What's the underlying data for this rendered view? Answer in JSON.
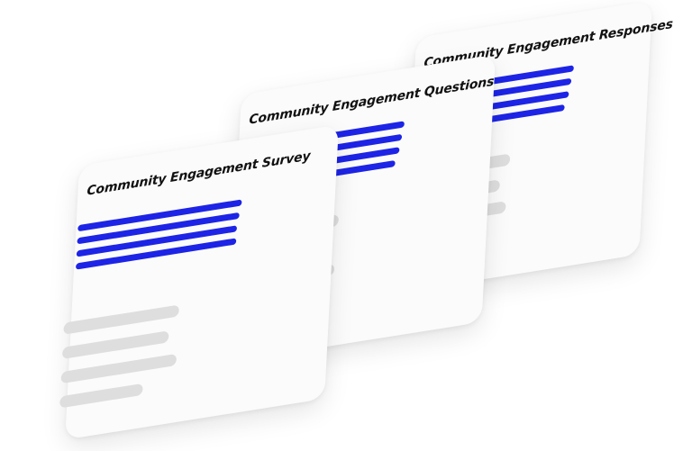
{
  "cards": [
    {
      "title": "Community Engagement Survey"
    },
    {
      "title": "Community Engagement Questions"
    },
    {
      "title": "Community Engagement Responses"
    }
  ],
  "colors": {
    "accent": "#1d24e6",
    "placeholder": "#dedede",
    "card": "#fbfbfb"
  }
}
